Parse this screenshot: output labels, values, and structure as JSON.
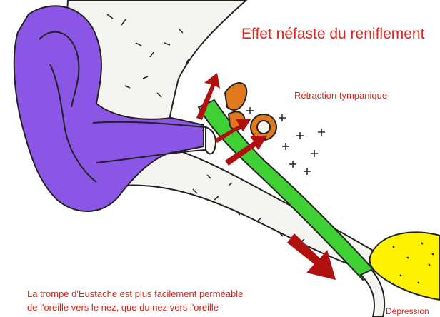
{
  "title": "Effet néfaste du reniflement",
  "labels": {
    "retraction": "Rétraction tympanique",
    "caption_line1": "La trompe d'Eustache est plus facilement perméable",
    "caption_line2": "de l'oreille vers le nez, que du nez vers l'oreille",
    "depression": "Dépression"
  },
  "colors": {
    "text": "#e2231a",
    "auricle": "#8b55e6",
    "tube": "#3fd033",
    "ossicles": "#e0781e",
    "arrow": "#b20f0f",
    "nasal": "#fff200",
    "outline": "#222222",
    "bone": "#f4f4f0"
  }
}
